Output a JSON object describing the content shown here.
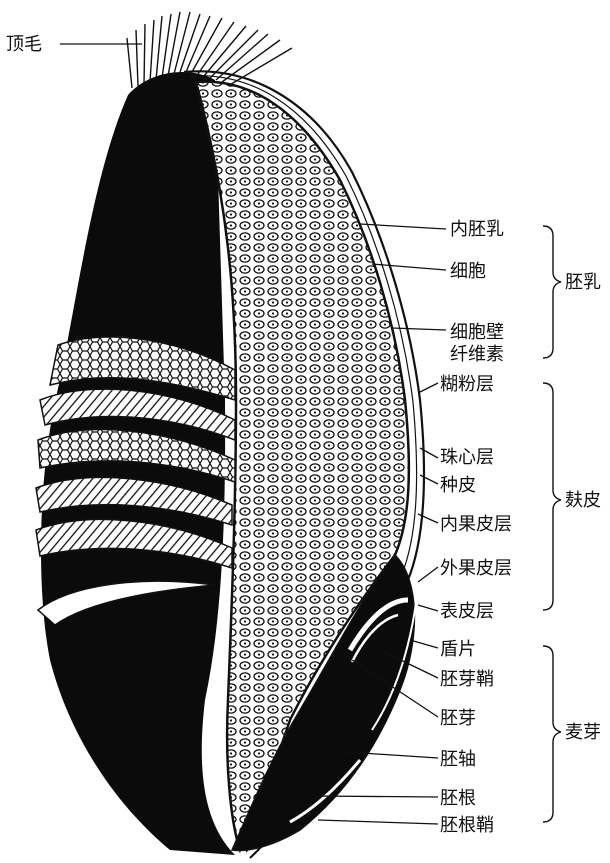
{
  "labels": {
    "top_hair": "顶毛",
    "endosperm_inner": "内胚乳",
    "cell": "细胞",
    "cell_wall": "细胞壁",
    "cellulose": "纤维素",
    "aleurone_layer": "糊粉层",
    "nucellar_layer": "珠心层",
    "seed_coat": "种皮",
    "inner_pericarp": "内果皮层",
    "outer_pericarp": "外果皮层",
    "epidermis": "表皮层",
    "scutellum": "盾片",
    "coleoptile": "胚芽鞘",
    "plumule": "胚芽",
    "hypocotyl_axis": "胚轴",
    "radicle": "胚根",
    "coleorhiza": "胚根鞘"
  },
  "groups": {
    "endosperm": "胚乳",
    "bran": "麸皮",
    "germ": "麦芽"
  },
  "colors": {
    "ink": "#111111",
    "background": "#ffffff"
  }
}
